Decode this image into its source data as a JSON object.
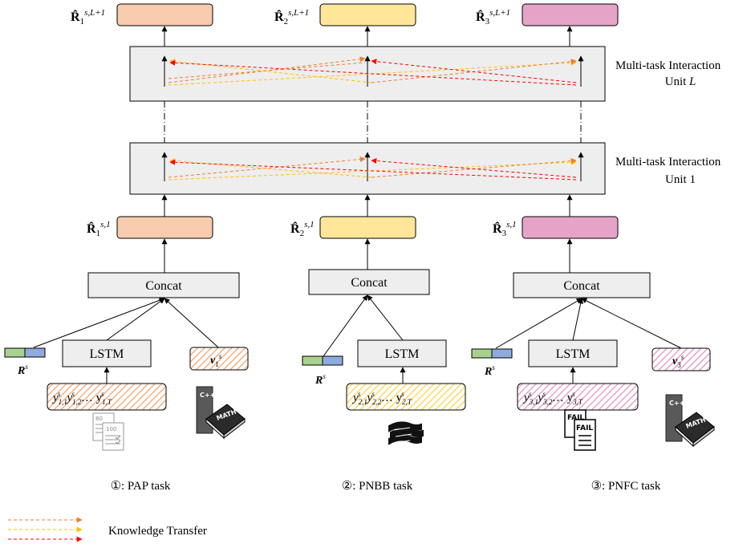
{
  "tasks": [
    {
      "caption": "①: PAP task",
      "rep_top": "R̂₁^{s,L+1}",
      "rep_bottom": "R̂₁^{s,1}",
      "concat_label": "Concat",
      "lstm_label": "LSTM",
      "seq_label": "y₁,₁ˢ y₁,₂ˢ … y₁,Tˢ",
      "rs_label": "Rˢ",
      "v_label": "v₁ˢ",
      "color": "#f8cbad",
      "icon": "pap-document-icon"
    },
    {
      "caption": "②: PNBB task",
      "rep_top": "R̂₂^{s,L+1}",
      "rep_bottom": "R̂₂^{s,1}",
      "concat_label": "Concat",
      "lstm_label": "LSTM",
      "seq_label": "y₂,₁ˢ y₂,₂ˢ … y₂,Tˢ",
      "rs_label": "Rˢ",
      "color": "#ffe699",
      "icon": "books-stack-icon"
    },
    {
      "caption": "③: PNFC task",
      "rep_top": "R̂₃^{s,L+1}",
      "rep_bottom": "R̂₃^{s,1}",
      "concat_label": "Concat",
      "lstm_label": "LSTM",
      "seq_label": "y₃,₁ˢ y₃,₂ˢ … y₃,Tˢ",
      "rs_label": "Rˢ",
      "v_label": "v₃ˢ",
      "color": "#e6a3c8",
      "icon": "fail-papers-icon"
    }
  ],
  "units": {
    "top_line1": "Multi-task Interaction",
    "top_line2": "Unit L",
    "bottom_line1": "Multi-task Interaction",
    "bottom_line2": "Unit 1"
  },
  "legend": {
    "label": "Knowledge Transfer",
    "colors": [
      "#ed7d31",
      "#ffc000",
      "#ff0000"
    ]
  },
  "icons": {
    "math_book": "math-book-icon",
    "pap_doc": "pap-document-icon",
    "books": "books-stack-icon",
    "fail": "fail-papers-icon"
  }
}
